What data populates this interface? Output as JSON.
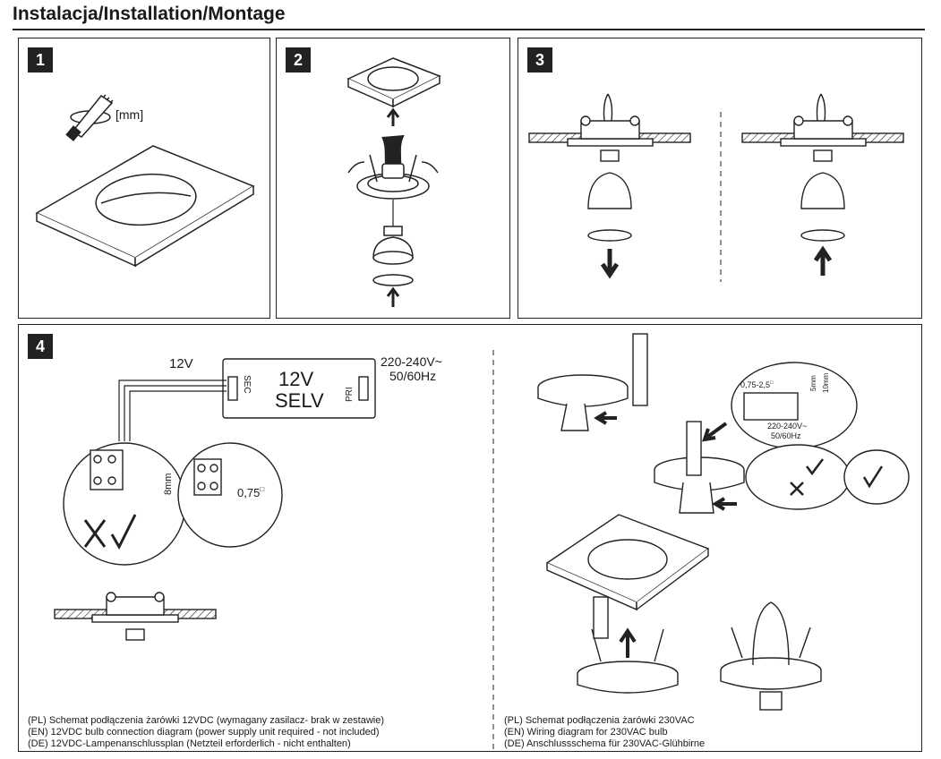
{
  "header": {
    "title": "Instalacja/Installation/Montage"
  },
  "steps": [
    {
      "number": "1",
      "label_mm": "[mm]"
    },
    {
      "number": "2"
    },
    {
      "number": "3"
    },
    {
      "number": "4",
      "label_12v": "12V",
      "psu_main_line1": "12V",
      "psu_main_line2": "SELV",
      "psu_sec": "SEC",
      "psu_pri": "PRI",
      "mains_line1": "220-240V~",
      "mains_line2": "50/60Hz",
      "strip_length": "8mm",
      "cross_section": "0,75",
      "cross_section_sup": "□",
      "wire_range": "0,75-2,5",
      "wire_range_sup": "□",
      "strip_5mm": "5mm",
      "strip_10mm": "10mm",
      "mains_small_line1": "220-240V~",
      "mains_small_line2": "50/60Hz"
    }
  ],
  "captions": {
    "left": [
      "(PL) Schemat podłączenia żarówki 12VDC (wymagany zasilacz- brak w zestawie)",
      "(EN) 12VDC bulb connection diagram (power supply unit required - not included)",
      "(DE) 12VDC-Lampenanschlussplan (Netzteil erforderlich - nicht enthalten)"
    ],
    "right": [
      "(PL) Schemat podłączenia żarówki 230VAC",
      "(EN) Wiring diagram for 230VAC bulb",
      "(DE) Anschlussschema für 230VAC-Glühbirne"
    ]
  }
}
